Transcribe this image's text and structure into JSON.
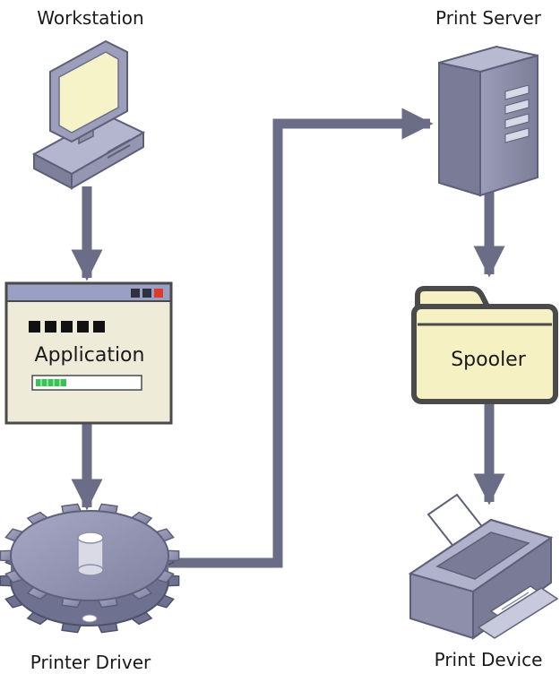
{
  "labels": {
    "workstation": "Workstation",
    "print_server": "Print Server",
    "application": "Application",
    "spooler": "Spooler",
    "printer_driver": "Printer Driver",
    "print_device": "Print Device"
  },
  "colors": {
    "connector": "#6b6c86",
    "app_window_body": "#eeebd9",
    "app_titlebar": "#9aa0c4",
    "folder_fill": "#f6f1c3",
    "folder_border": "#4a4a4a",
    "device_gray": "#8e8fab",
    "progress_green": "#39c255",
    "close_button": "#e03a2a"
  }
}
